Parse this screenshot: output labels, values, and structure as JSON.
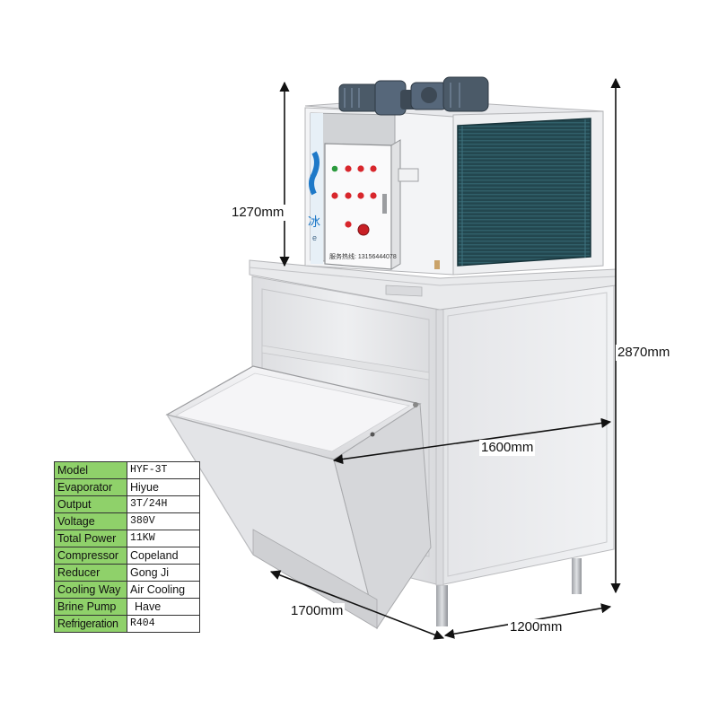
{
  "dimensions": {
    "top_height": "1270mm",
    "total_height": "2870mm",
    "depth_diagonal": "1600mm",
    "length": "1700mm",
    "width": "1200mm"
  },
  "panel": {
    "service_label": "服务热线: 13156444078",
    "brand_char": "冰",
    "brand_letter": "e"
  },
  "specs": [
    {
      "label": "Model",
      "value": "HYF-3T"
    },
    {
      "label": "Evaporator",
      "value": "Hiyue"
    },
    {
      "label": "Output",
      "value": "3T/24H"
    },
    {
      "label": "Voltage",
      "value": "380V"
    },
    {
      "label": "Total Power",
      "value": "11KW"
    },
    {
      "label": "Compressor",
      "value": "Copeland"
    },
    {
      "label": "Reducer",
      "value": "Gong Ji"
    },
    {
      "label": "Cooling Way",
      "value": "Air Cooling"
    },
    {
      "label": "Brine Pump",
      "value": "Have"
    },
    {
      "label": "Refrigeration",
      "value": "R404"
    }
  ],
  "colors": {
    "table_label_bg": "#8fd16a",
    "condenser": "#23474f",
    "steel": "#e6e7ea",
    "button_red": "#d8262c",
    "motor": "#4b5a68"
  }
}
